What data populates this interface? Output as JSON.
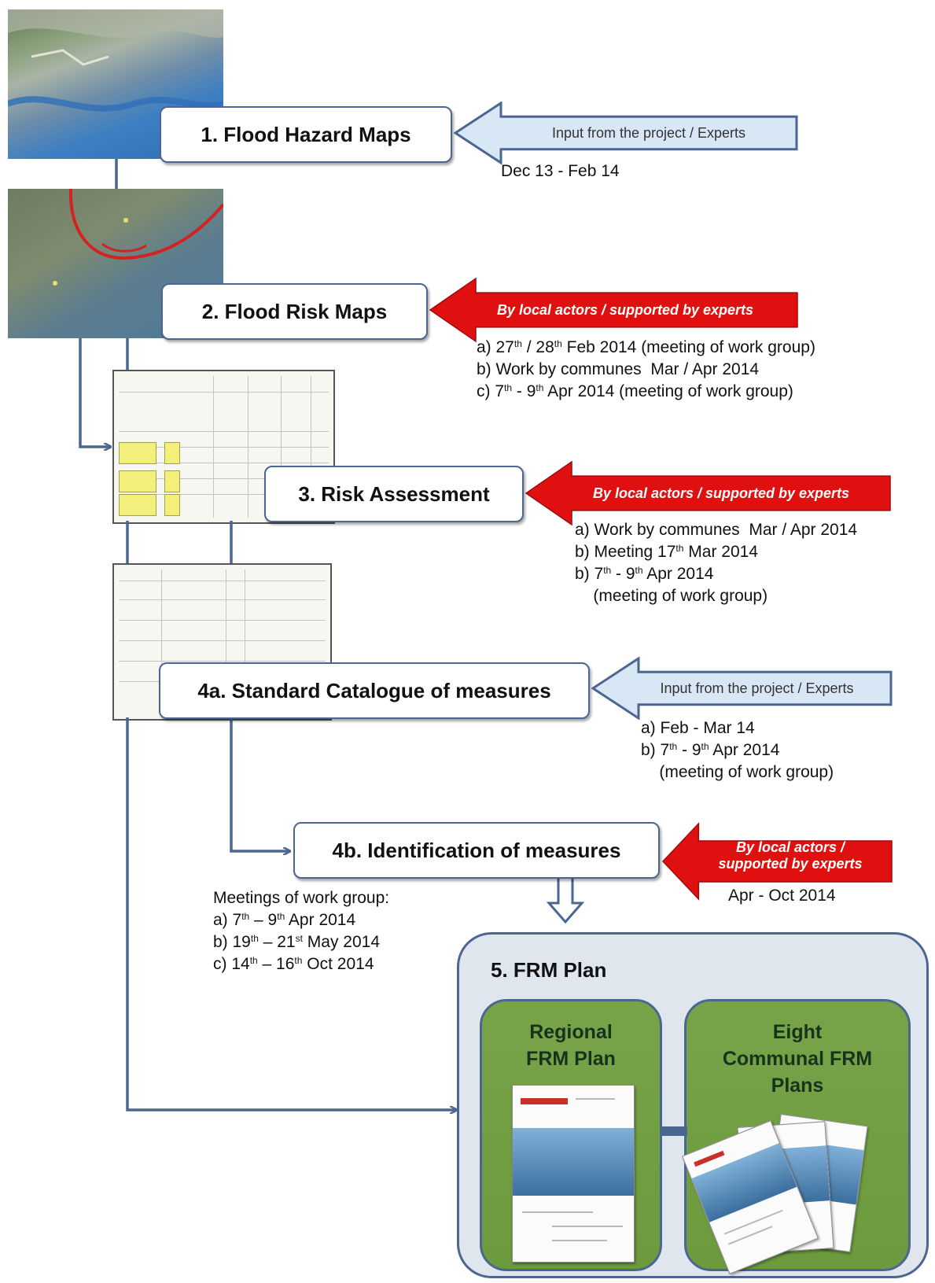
{
  "steps": {
    "s1": "1. Flood Hazard Maps",
    "s2": "2. Flood Risk Maps",
    "s3": "3. Risk Assessment",
    "s4a": "4a. Standard Catalogue of measures",
    "s4b": "4b. Identification of measures",
    "s5": "5. FRM Plan"
  },
  "arrows": {
    "a1": "Input from the project / Experts",
    "a2": "By local actors / supported by experts",
    "a3": "By local actors / supported by experts",
    "a4a": "Input from the project / Experts",
    "a4b": "By local actors /\nsupported by experts"
  },
  "notes": {
    "n1": [
      {
        "t": "Dec 13 - Feb 14"
      }
    ],
    "n2": [
      {
        "t": "a) 27",
        "sup": "th",
        "t2": " / 28",
        "sup2": "th",
        "t3": " Feb 2014 (meeting of work group)"
      },
      {
        "t": "b) Work by communes  Mar / Apr 2014"
      },
      {
        "t": "c) 7",
        "sup": "th",
        "t2": " - 9",
        "sup2": "th",
        "t3": " Apr 2014 (meeting of work group)"
      }
    ],
    "n3": [
      {
        "t": "a) Work by communes  Mar / Apr 2014"
      },
      {
        "t": "b) Meeting 17",
        "sup": "th",
        "t2": " Mar 2014"
      },
      {
        "t": "b) 7",
        "sup": "th",
        "t2": " - 9",
        "sup2": "th",
        "t3": " Apr 2014"
      },
      {
        "t": "    (meeting of work group)"
      }
    ],
    "n4a": [
      {
        "t": "a) Feb - Mar 14"
      },
      {
        "t": "b) 7",
        "sup": "th",
        "t2": " - 9",
        "sup2": "th",
        "t3": " Apr 2014"
      },
      {
        "t": "    (meeting of work group)"
      }
    ],
    "n4b": [
      {
        "t": "Apr - Oct 2014"
      }
    ],
    "meetings": [
      {
        "t": "Meetings of work group:"
      },
      {
        "t": "a) 7",
        "sup": "th",
        "t2": " – 9",
        "sup2": "th",
        "t3": " Apr 2014"
      },
      {
        "t": "b) 19",
        "sup": "th",
        "t2": " – 21",
        "sup2": "st",
        "t3": " May 2014"
      },
      {
        "t": "c) 14",
        "sup": "th",
        "t2": " – 16",
        "sup2": "th",
        "t3": " Oct 2014"
      }
    ]
  },
  "plan": {
    "regional": "Regional\nFRM Plan",
    "communal": "Eight\nCommunal FRM\nPlans"
  },
  "colors": {
    "connector": "#4b6690",
    "input_arrow_fill": "#d7e7f5",
    "local_arrow_fill": "#e01010",
    "plan_fill": "#dfe6ee",
    "subplan_fill": "#6c9a3d"
  },
  "icons": [
    "map-thumbnail",
    "spreadsheet-thumbnail",
    "document-thumbnail"
  ]
}
